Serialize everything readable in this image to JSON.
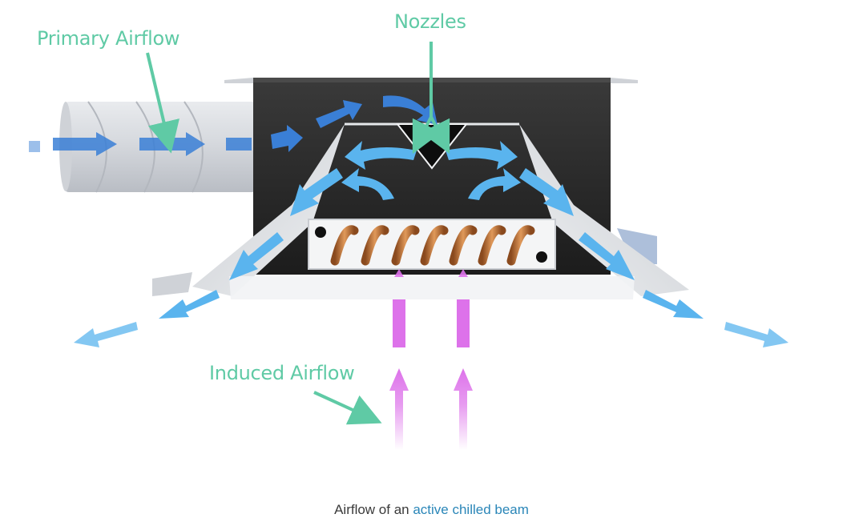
{
  "labels": {
    "primary_airflow": "Primary Airflow",
    "nozzles": "Nozzles",
    "induced_airflow": "Induced Airflow"
  },
  "caption": {
    "text": "Airflow of an ",
    "link": "active chilled beam"
  },
  "colors": {
    "label": "#5fcaa5",
    "primary_air": "#3a7fd6",
    "discharge_air": "#5ab4ee",
    "induced_air": "#dd72ea",
    "coil_copper": "#c8743a",
    "housing": "#2b2b2b",
    "sheet_metal": "#dfe2e6",
    "caption_link": "#2a86b8"
  },
  "icons": [
    "primary-airflow-arrow",
    "nozzle-triangle",
    "coil-tubes",
    "induced-airflow-arrow",
    "discharge-airflow-arrow"
  ]
}
